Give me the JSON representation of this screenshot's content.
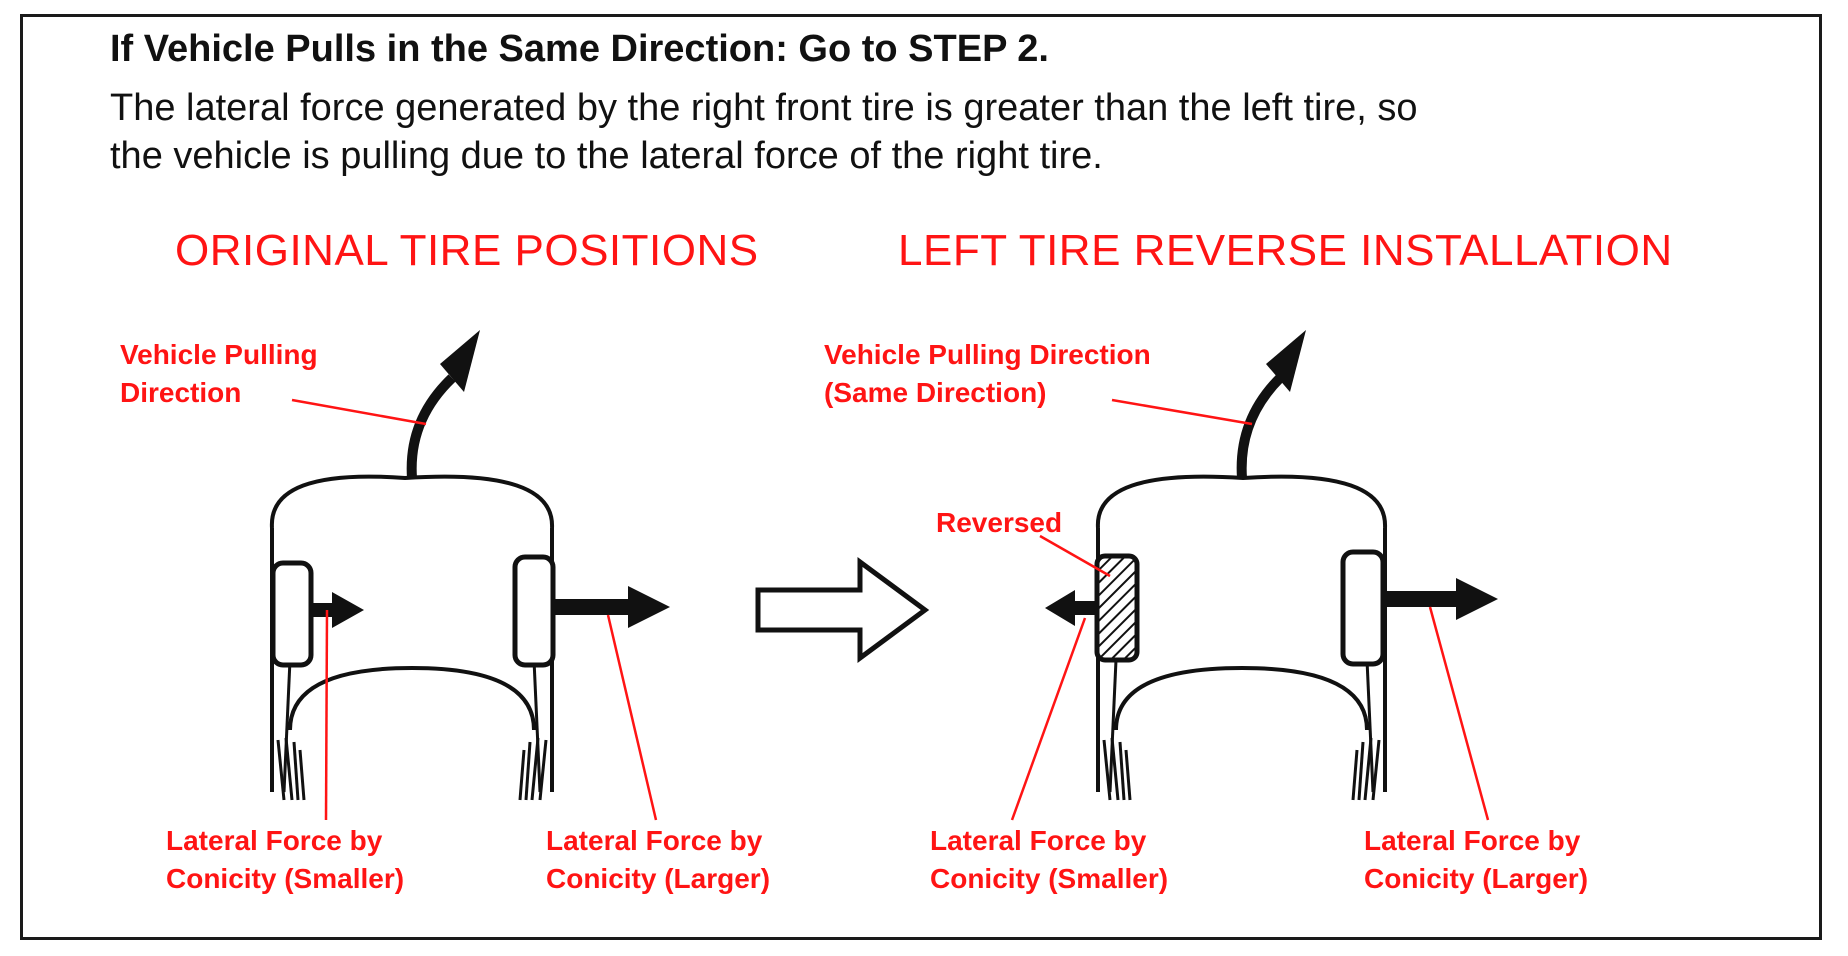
{
  "heading": "If Vehicle Pulls in the Same Direction: Go to STEP 2.",
  "body": {
    "line1": "The lateral force generated by the right front tire is greater than the left tire, so",
    "line2": "the vehicle is pulling due to the lateral force of the right tire."
  },
  "left_panel": {
    "title": "ORIGINAL TIRE POSITIONS",
    "pull_label": {
      "line1": "Vehicle Pulling",
      "line2": "Direction"
    },
    "left_force_label": {
      "line1": "Lateral Force by",
      "line2": "Conicity (Smaller)"
    },
    "right_force_label": {
      "line1": "Lateral Force by",
      "line2": "Conicity (Larger)"
    }
  },
  "right_panel": {
    "title": "LEFT TIRE REVERSE INSTALLATION",
    "pull_label": {
      "line1": "Vehicle Pulling Direction",
      "line2": "(Same Direction)"
    },
    "reversed_label": "Reversed",
    "left_force_label": {
      "line1": "Lateral Force by",
      "line2": "Conicity (Smaller)"
    },
    "right_force_label": {
      "line1": "Lateral Force by",
      "line2": "Conicity (Larger)"
    }
  },
  "colors": {
    "label_red": "#ff1414",
    "ink": "#111111",
    "frame": "#1a1a1a"
  }
}
